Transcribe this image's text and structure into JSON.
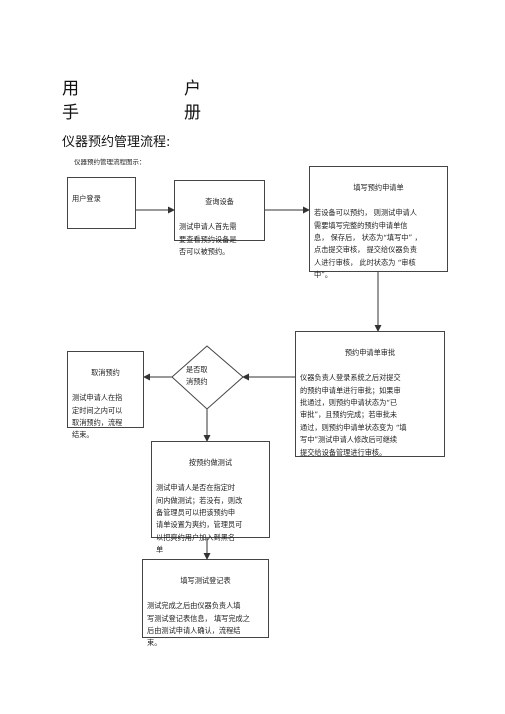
{
  "header": {
    "title_char_1": "用",
    "title_char_2": "户",
    "title_char_3": "手",
    "title_char_4": "册"
  },
  "section_title": "仪器预约管理流程:",
  "subsection_title": "仪器预约管理流程图示：",
  "flow": {
    "login": {
      "body": "用户登录"
    },
    "query": {
      "head": "查询设备",
      "body": "测试申请人首先需\n要查看预约设备是\n否可以被预约。"
    },
    "fill_form": {
      "head": "填写预约申请单",
      "body": "若设备可以预约，  则测试申请人\n需要填写完整的预约申请单信\n息，  保存后，  状态为“填写中”  ，\n点击提交审核，  提交给仪器负责\n人进行审核，  此时状态为  “审核\n中”。"
    },
    "approve": {
      "head": "预约申请单审批",
      "body": "仪器负责人登录系统之后对提交\n的预约申请单进行审批；如果审\n批通过，则预约申请状态为“已\n审批”，且预约完成；若审批未\n通过，则预约申请单状态变为    “填\n写中”测试申请人修改后可继续\n提交给设备管理进行审核。"
    },
    "decision": {
      "label": "是否取\n消预约"
    },
    "cancel": {
      "head": "取消预约",
      "body": "测试申请人在指\n定时间之内可以\n取消预约，流程\n结束。"
    },
    "test": {
      "head": "按预约做测试",
      "body": "测试申请人是否在指定时\n间内做测试；若没有，则改\n备管理员可以把该预约申\n请单设置为爽约，管理员可\n以把爽约用户加入到黑名\n单"
    },
    "register": {
      "head": "填写测试登记表",
      "body": "测试完成之后由仪器负责人填\n写测试登记表信息，    填写完成之\n后由测试申请人确认，流程结\n束。"
    }
  },
  "colors": {
    "line": "#333333",
    "border": "#444444",
    "text": "#222222"
  }
}
